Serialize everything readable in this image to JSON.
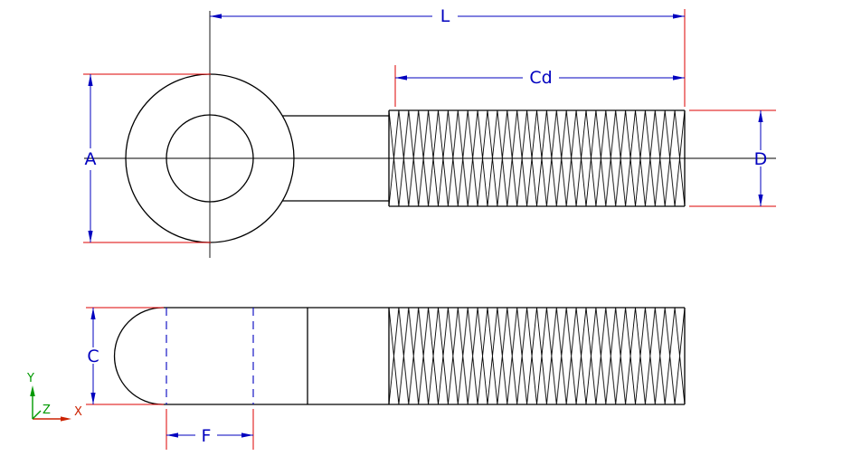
{
  "dimension_labels": {
    "overall_length": "L",
    "thread_length": "Cd",
    "eye_outer_diameter": "A",
    "thread_diameter": "D",
    "eye_thickness": "C",
    "eye_hole_width": "F"
  },
  "ucs_icon": {
    "x_label": "X",
    "y_label": "Y",
    "z_label": "Z"
  },
  "colors": {
    "object_lines": "#000000",
    "dimension_lines": "#0000bf",
    "extension_lines": "#dd0000",
    "hidden_lines": "#0000bf",
    "axis_x": "#cc2200",
    "axis_y": "#009900",
    "axis_z": "#009900",
    "background": "#ffffff"
  }
}
